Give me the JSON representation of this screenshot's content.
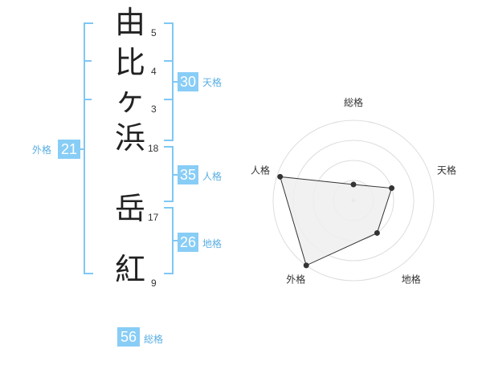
{
  "characters": [
    {
      "char": "由",
      "strokes": "5"
    },
    {
      "char": "比",
      "strokes": "4"
    },
    {
      "char": "ヶ",
      "strokes": "3"
    },
    {
      "char": "浜",
      "strokes": "18"
    },
    {
      "char": "岳",
      "strokes": "17"
    },
    {
      "char": "紅",
      "strokes": "9"
    }
  ],
  "fortunes": {
    "tenkaku": {
      "value": "30",
      "label": "天格"
    },
    "jinkaku": {
      "value": "35",
      "label": "人格"
    },
    "chikaku": {
      "value": "26",
      "label": "地格"
    },
    "gaikaku": {
      "value": "21",
      "label": "外格"
    },
    "soukaku": {
      "value": "56",
      "label": "総格"
    }
  },
  "radar": {
    "axes": [
      "総格",
      "天格",
      "地格",
      "外格",
      "人格"
    ],
    "levels": 4,
    "values": [
      0.2,
      0.5,
      0.5,
      1.0,
      0.96
    ],
    "fill_color": "#efefef",
    "line_color": "#333333",
    "grid_color": "#dddddd"
  },
  "colors": {
    "accent": "#88cdf6",
    "bracket": "#7fc7f4"
  }
}
